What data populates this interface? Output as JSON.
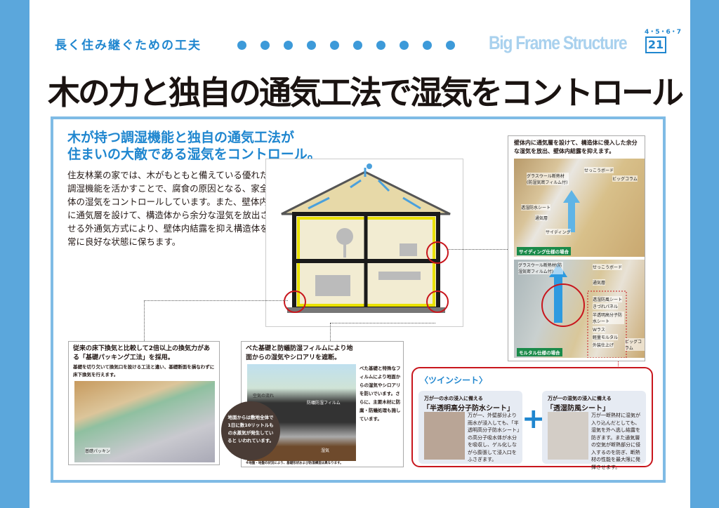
{
  "header": {
    "subtitle": "長く住み継ぐための工夫",
    "brand": "Big Frame Structure",
    "pages": "4・5・6・7",
    "page_number": "21"
  },
  "title": "木の力と独自の通気工法で湿気をコントロール",
  "lead": {
    "line1": "木が持つ調湿機能と独自の通気工法が",
    "line2": "住まいの大敵である湿気をコントロール。"
  },
  "body": "住友林業の家では、木がもともと備えている優れた調湿機能を活かすことで、腐食の原因となる、家全体の湿気をコントロールしています。また、壁体内に通気層を設けて、構造体から余分な湿気を放出させる外通気方式により、壁体内結露を抑え構造体を常に良好な状態に保ちます。",
  "wall": {
    "heading": "壁体内に通気層を設けて、構造体に侵入した余分な湿気を放出、壁体内結露を抑えます。",
    "siding": {
      "tag": "サイディング仕様の場合",
      "labels": [
        "せっこうボード",
        "ビッグコラム",
        "グラスウール断熱材(防湿気密フィルム付)",
        "透湿防水シート",
        "通気層",
        "サイディング"
      ]
    },
    "mortar": {
      "tag": "モルタル仕様の場合",
      "labels": [
        "グラスウール断熱材(防湿気密フィルム付)",
        "せっこうボード",
        "通気層",
        "透湿防風シート",
        "きづれパネル",
        "半透明高分子防水シート",
        "Wラス",
        "軽量モルタル",
        "外装仕上げ",
        "ビッグコラム"
      ]
    }
  },
  "packing": {
    "heading": "従来の床下換気と比較して2倍以上の換気力がある「基礎パッキング工法」を採用。",
    "text": "基礎を切り欠いて換気口を設ける工法と違い、基礎断面を損なわずに床下換気を行えます。",
    "label": "基礎パッキン"
  },
  "foundation": {
    "heading": "べた基礎と防蟻防湿フィルムにより地面からの湿気やシロアリを遮断。",
    "text": "べた基礎と特殊なフィルムにより地面からの湿気やシロアリを防いでいます。さらに、主要木材に防腐・防蟻処理も施しています。",
    "labels": {
      "air": "空気の流れ",
      "film": "防蟻防湿フィルム",
      "moisture": "湿気"
    },
    "circle": "地面からは敷地全体で1日に数10リットルもの水蒸気が発生していると いわれています。",
    "note": "※地盤・地盤の状況により、基礎形状および防湿構造は異なります。"
  },
  "twin": {
    "title": "〈ツインシート〉",
    "sheets": [
      {
        "caption": "万が一の水の浸入に備える",
        "name": "「半透明高分子防水シート」",
        "text": "万が一、外壁部分より雨水が浸入しても、「半透明高分子防水シート」の高分子吸水体が水分を吸収し、ゲル化しながら膨張して浸入口をふさぎます。"
      },
      {
        "caption": "万が一の湿気の浸入に備える",
        "name": "「透湿防風シート」",
        "text": "万が一断熱材に湿気が入り込んだとしても、湿気を外へ逃し結露を防ぎます。また通気層の空気が断熱部分に侵入するのを防ぎ、断熱材の性能を最大限に発揮させます。"
      }
    ],
    "plus": "+"
  },
  "colors": {
    "accent": "#1f86cf",
    "strip": "#5ba7dc",
    "red": "#c8161d"
  }
}
